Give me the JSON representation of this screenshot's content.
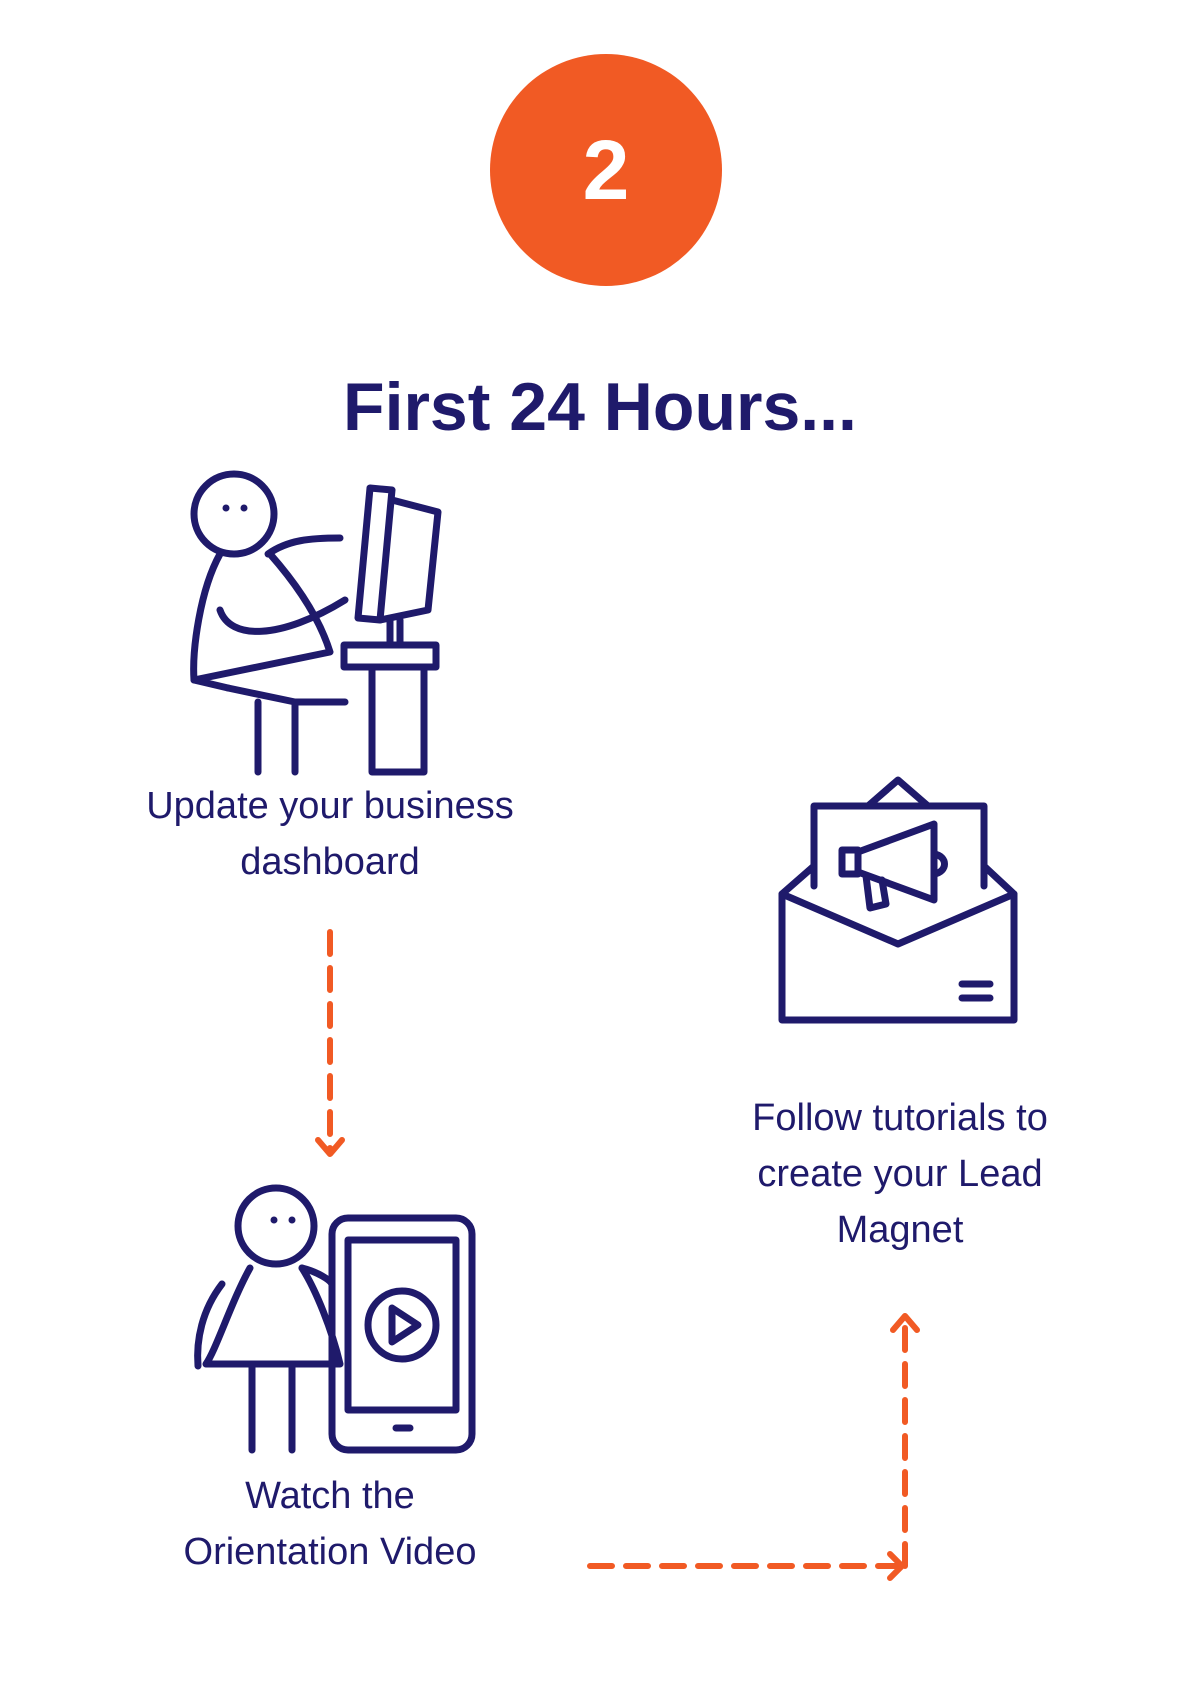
{
  "step": {
    "number": "2"
  },
  "title": "First 24 Hours...",
  "tasks": [
    {
      "id": "dashboard",
      "icon": "person-at-computer-icon",
      "caption_lines": [
        "Update your business",
        "dashboard"
      ]
    },
    {
      "id": "video",
      "icon": "person-with-tablet-video-icon",
      "caption_lines": [
        "Watch the",
        "Orientation Video"
      ]
    },
    {
      "id": "lead-magnet",
      "icon": "envelope-megaphone-icon",
      "caption_lines": [
        "Follow tutorials to",
        "create your Lead",
        "Magnet"
      ]
    }
  ],
  "colors": {
    "accent": "#f15a24",
    "ink": "#1f1a6b",
    "background": "#ffffff"
  },
  "flow": [
    {
      "from": "dashboard",
      "to": "video",
      "style": "dashed-arrow"
    },
    {
      "from": "video",
      "to": "lead-magnet",
      "style": "dashed-elbow-arrow"
    }
  ]
}
